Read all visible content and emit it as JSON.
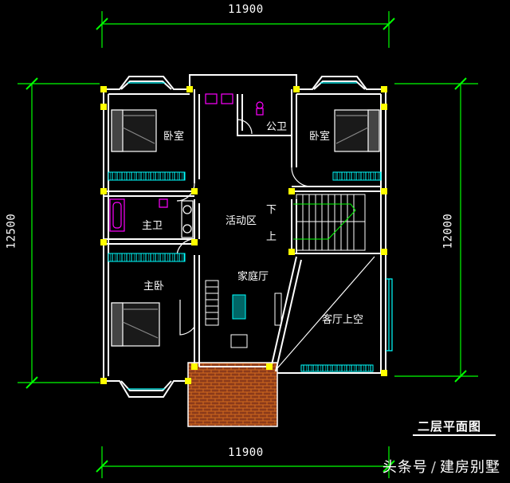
{
  "dimensions": {
    "top": "11900",
    "bottom": "11900",
    "left": "12500",
    "right": "12000"
  },
  "rooms": {
    "bedroom_left": "卧室",
    "bedroom_right": "卧室",
    "public_bath": "公卫",
    "master_bath": "主卫",
    "activity_area": "活动区",
    "family_hall": "家庭厅",
    "master_bedroom": "主卧",
    "living_void": "客厅上空"
  },
  "stairs": {
    "down": "下",
    "up": "上"
  },
  "title": "二层平面图",
  "watermark": {
    "source": "头条号",
    "author": "建房别墅"
  },
  "colors": {
    "background": "#000000",
    "walls": "#ffffff",
    "dimension_lines": "#00ff00",
    "columns": "#ffff00",
    "windows": "#00ffff",
    "fixtures": "#ff00ff",
    "balcony_brick": "#a0522d"
  }
}
